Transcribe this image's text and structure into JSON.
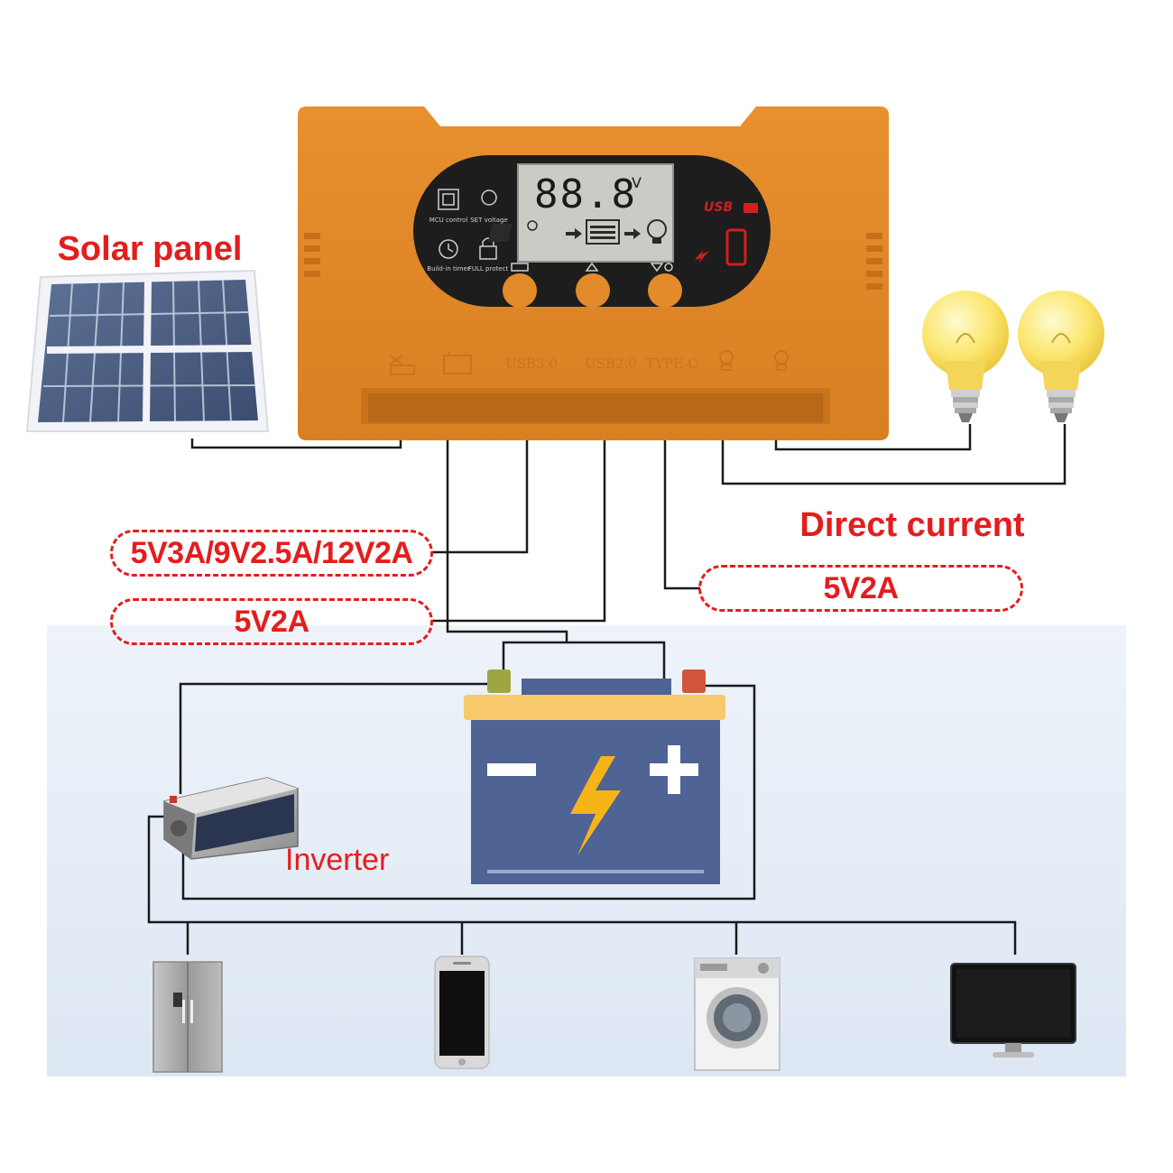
{
  "labels": {
    "solar_panel": "Solar panel",
    "direct_current": "Direct current",
    "inverter": "Inverter"
  },
  "pills": {
    "usb3_output": "5V3A/9V2.5A/12V2A",
    "usb2_output": "5V2A",
    "typec_output": "5V2A"
  },
  "controller": {
    "display_value": "88.8",
    "display_unit": "V",
    "usb_badge": "USB",
    "features": {
      "mcu_control": "MCU control",
      "set_voltage": "SET voltage",
      "build_in_timer": "Build-in timer",
      "full_protect": "FULL protect"
    },
    "port_labels": {
      "usb3": "USB3.0",
      "usb2": "USB2.0",
      "typec": "TYPE-C"
    }
  },
  "colors": {
    "controller_body": "#e38a2b",
    "label_red": "#e41d1d",
    "battery_body": "#4f6394",
    "battery_top": "#f7c96a",
    "bolt": "#f5b519",
    "bulb_glass": "#fbe56a",
    "background_panel": "#e7eef8"
  },
  "icons": {
    "solar_panel": "solar-panel-icon",
    "controller": "solar-charge-controller-icon",
    "bulb": "light-bulb-icon",
    "battery": "battery-icon",
    "inverter": "power-inverter-icon",
    "fridge": "refrigerator-icon",
    "phone": "smartphone-icon",
    "washer": "washing-machine-icon",
    "monitor": "monitor-icon"
  }
}
